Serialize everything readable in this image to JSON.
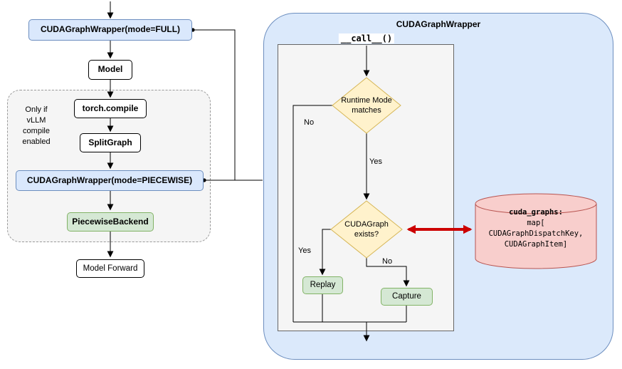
{
  "pipeline": {
    "wrapper_full": "CUDAGraphWrapper(mode=FULL)",
    "model": "Model",
    "note": [
      "Only if",
      "vLLM",
      "compile",
      "enabled"
    ],
    "torch_compile": "torch.compile",
    "split_graph": "SplitGraph",
    "wrapper_piecewise": "CUDAGraphWrapper(mode=PIECEWISE)",
    "piecewise_backend": "PiecewiseBackend",
    "model_forward": "Model Forward"
  },
  "wrapper_panel": {
    "title": "CUDAGraphWrapper",
    "entry": "__call__()",
    "runtime_check": [
      "Runtime Mode",
      "matches"
    ],
    "exists_check": [
      "CUDAGraph",
      "exists?"
    ],
    "edge_labels": {
      "runtime_no": "No",
      "runtime_yes": "Yes",
      "exists_yes": "Yes",
      "exists_no": "No"
    },
    "replay": "Replay",
    "capture": "Capture",
    "store": [
      "cuda_graphs:",
      "map[",
      "CUDAGraphDispatchKey,",
      "CUDAGraphItem]"
    ]
  },
  "colors": {
    "blue_fill": "#dae8fc",
    "blue_panel_fill": "#dbe9fb",
    "blue_stroke": "#6c8ebf",
    "green_fill": "#d5e8d4",
    "green_stroke": "#82b366",
    "yellow_fill": "#fff2cc",
    "yellow_stroke": "#d6b656",
    "red_fill": "#f8cecc",
    "red_stroke": "#b85450",
    "arrow_red": "#cc0000"
  }
}
